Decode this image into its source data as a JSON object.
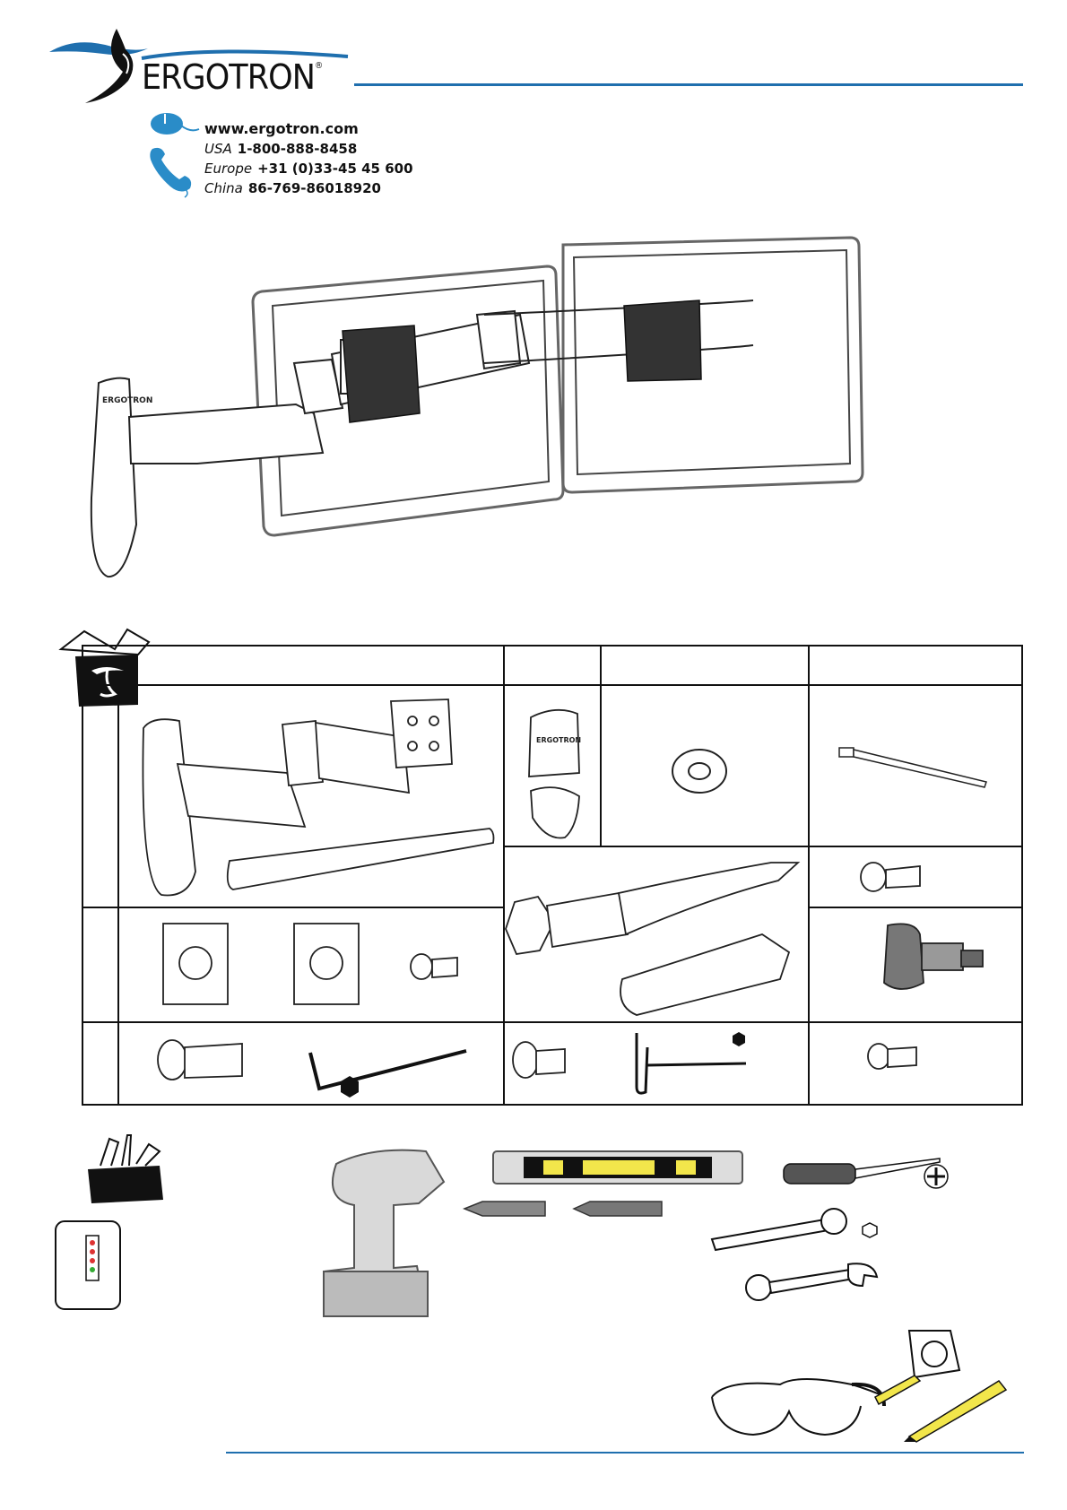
{
  "header": {
    "brand": "ERGOTRON",
    "registered": "®",
    "website": "www.ergotron.com",
    "contacts": [
      {
        "region": "USA",
        "phone": "1-800-888-8458"
      },
      {
        "region": "Europe",
        "phone": "+31 (0)33-45 45 600"
      },
      {
        "region": "China",
        "phone": "86-769-86018920"
      }
    ]
  },
  "product_label": "ERGOTRON",
  "cap_label": "ERGOTRON",
  "colors": {
    "brand_blue": "#1f6fae",
    "icon_blue": "#2a8cc8",
    "line_dark": "#111111",
    "level_yellow": "#f2e64b"
  },
  "icons": [
    "mouse-icon",
    "phone-icon",
    "box-icon",
    "toolbox-icon",
    "stud-finder-icon",
    "drill-icon",
    "level-icon",
    "drill-bit-icon",
    "screwdriver-icon",
    "socket-wrench-icon",
    "wrench-icon",
    "safety-glasses-icon",
    "tape-measure-icon",
    "pencil-icon"
  ]
}
